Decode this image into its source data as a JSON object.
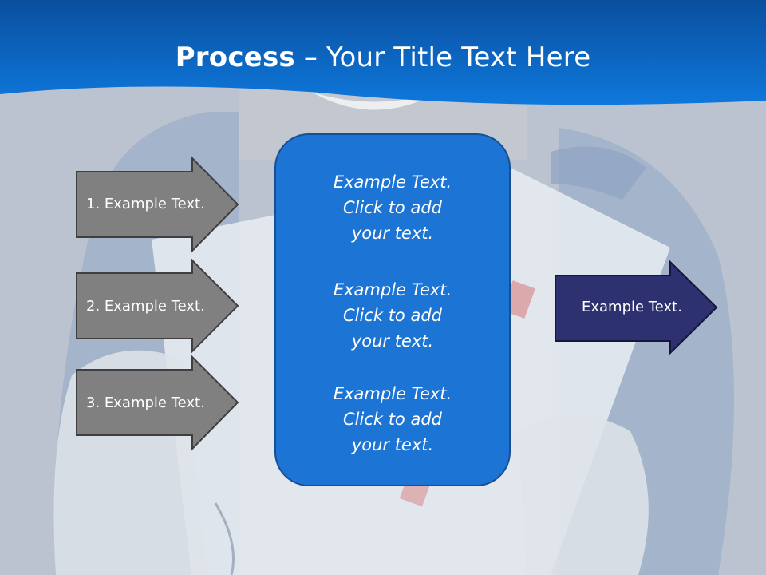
{
  "title": {
    "bold": "Process",
    "rest": " – Your Title Text Here"
  },
  "left_arrows": [
    {
      "label": "1. Example Text."
    },
    {
      "label": "2. Example Text."
    },
    {
      "label": "3. Example Text."
    }
  ],
  "center_box": {
    "blocks": [
      {
        "line1": "Example Text.",
        "line2": "Click  to add",
        "line3": "your text."
      },
      {
        "line1": "Example Text.",
        "line2": "Click  to add",
        "line3": "your text."
      },
      {
        "line1": "Example Text.",
        "line2": "Click  to add",
        "line3": "your text."
      }
    ]
  },
  "right_arrow": {
    "label": "Example Text."
  },
  "colors": {
    "header_blue": "#0b6fd1",
    "left_arrow_fill": "#808080",
    "center_box_fill": "#1c74d4",
    "center_box_border": "#1a4e93",
    "right_arrow_fill": "#2e3170"
  }
}
